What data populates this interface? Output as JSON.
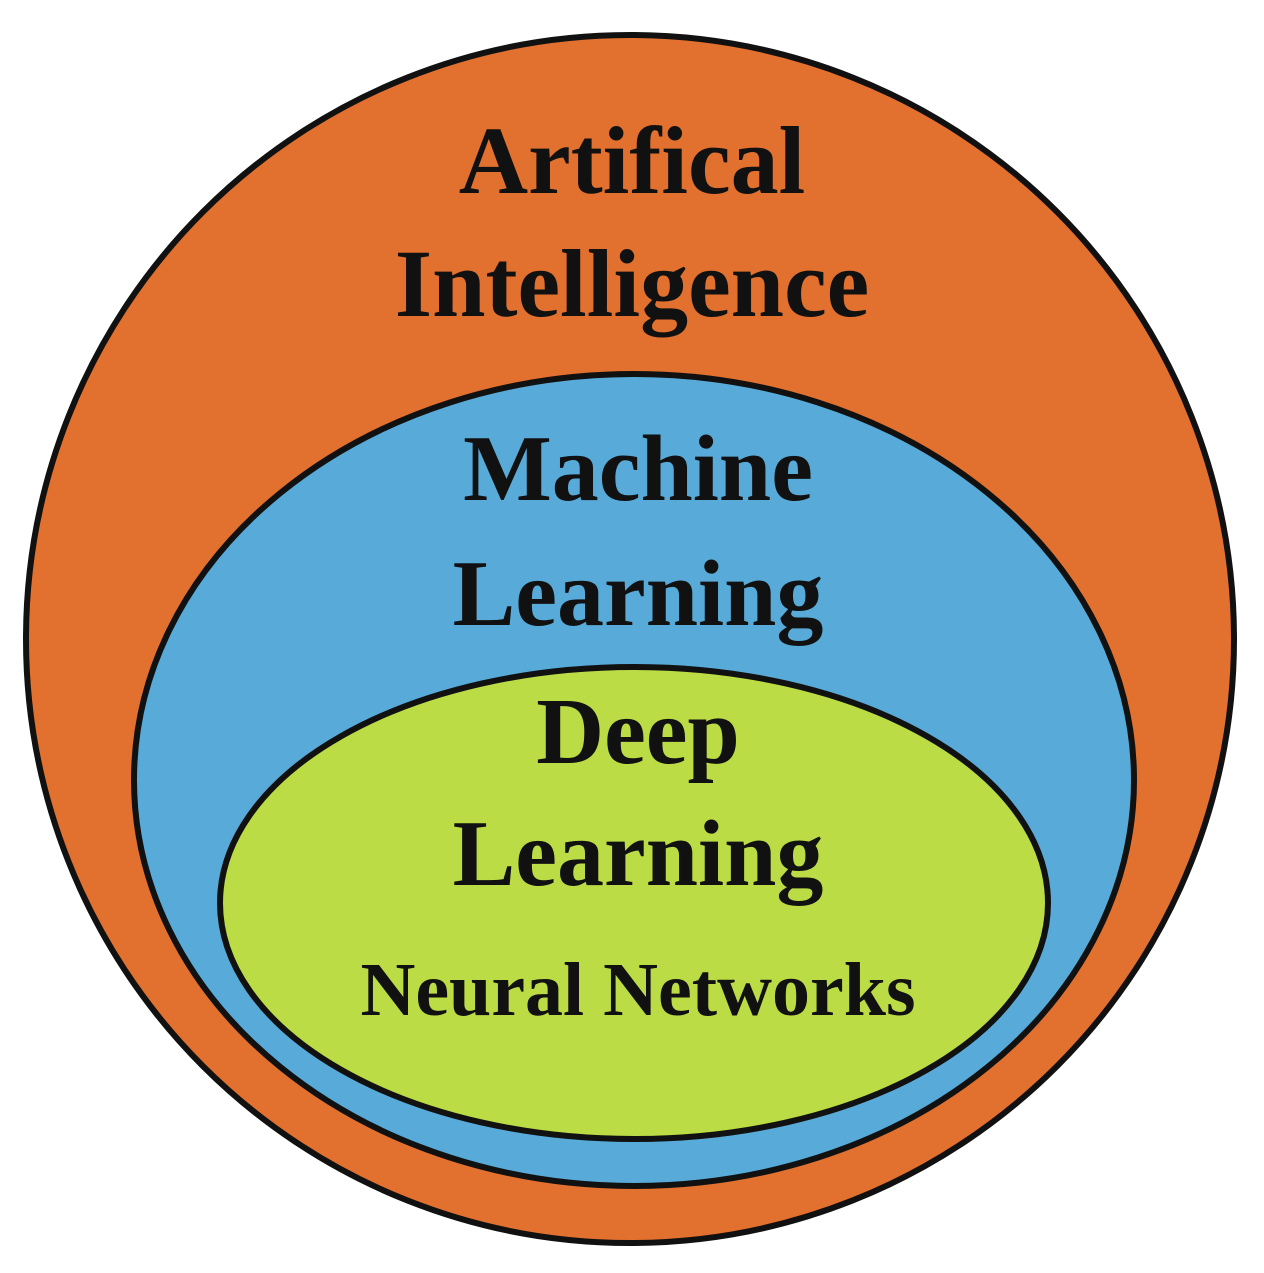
{
  "diagram": {
    "outer": {
      "line1": "Artifical",
      "line2": "Intelligence",
      "fill": "#E2702F"
    },
    "middle": {
      "line1": "Machine",
      "line2": "Learning",
      "fill": "#58ABD8"
    },
    "inner": {
      "line1": "Deep",
      "line2": "Learning",
      "line3": "Neural Networks",
      "fill": "#BCDC45"
    },
    "stroke": "#111111"
  }
}
